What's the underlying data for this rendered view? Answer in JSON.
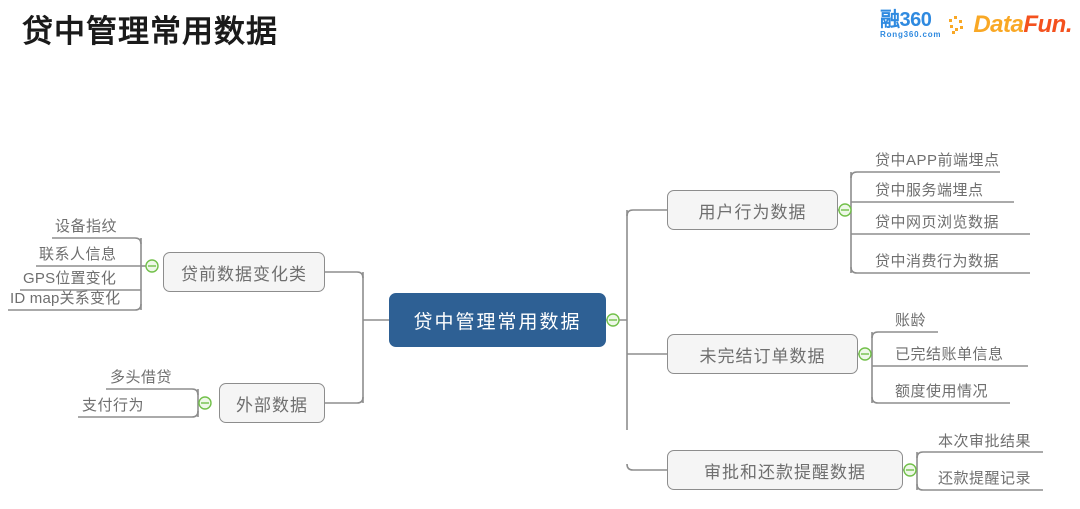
{
  "slide": {
    "title": "贷中管理常用数据",
    "background_color": "#ffffff"
  },
  "logos": {
    "rong360": {
      "main": "融360",
      "sub": "Rong360.com",
      "color": "#2f8ae0"
    },
    "datafun": {
      "part1": "Data",
      "part2": "Fun.",
      "color1": "#f9a825",
      "color2": "#f4511e"
    }
  },
  "mindmap": {
    "root": {
      "label": "贷中管理常用数据",
      "fill": "#2e6094",
      "text_color": "#ffffff"
    },
    "node_style": {
      "fill": "#f5f5f5",
      "border": "#8d8d8d",
      "text_color": "#6f6f6f",
      "connector_color": "#8d8d8d",
      "toggle_color": "#72c04a"
    },
    "left_branches": [
      {
        "label": "贷前数据变化类",
        "children": [
          "设备指纹",
          "联系人信息",
          "GPS位置变化",
          "ID map关系变化"
        ]
      },
      {
        "label": "外部数据",
        "children": [
          "多头借贷",
          "支付行为"
        ]
      }
    ],
    "right_branches": [
      {
        "label": "用户行为数据",
        "children": [
          "贷中APP前端埋点",
          "贷中服务端埋点",
          "贷中网页浏览数据",
          "贷中消费行为数据"
        ]
      },
      {
        "label": "未完结订单数据",
        "children": [
          "账龄",
          "已完结账单信息",
          "额度使用情况"
        ]
      },
      {
        "label": "审批和还款提醒数据",
        "children": [
          "本次审批结果",
          "还款提醒记录"
        ]
      }
    ]
  }
}
